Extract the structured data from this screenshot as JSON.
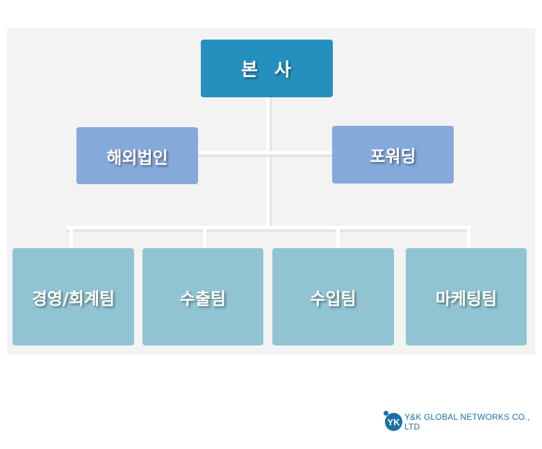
{
  "org_chart": {
    "root": {
      "label": "본  사"
    },
    "branches": [
      {
        "label": "해외법인"
      },
      {
        "label": "포워딩"
      }
    ],
    "teams": [
      {
        "label": "경영/회계팀"
      },
      {
        "label": "수출팀"
      },
      {
        "label": "수입팀"
      },
      {
        "label": "마케팅팀"
      }
    ],
    "colors": {
      "root": "#2590bd",
      "branch": "#86a9dc",
      "team": "#91c4d2",
      "connector": "#ffffff",
      "panel": "#f3f3f3"
    }
  },
  "footer": {
    "logo_icon": "yk-logo-icon",
    "logo_mark": "YK",
    "company_name": "Y&K GLOBAL NETWORKS CO., LTD"
  }
}
